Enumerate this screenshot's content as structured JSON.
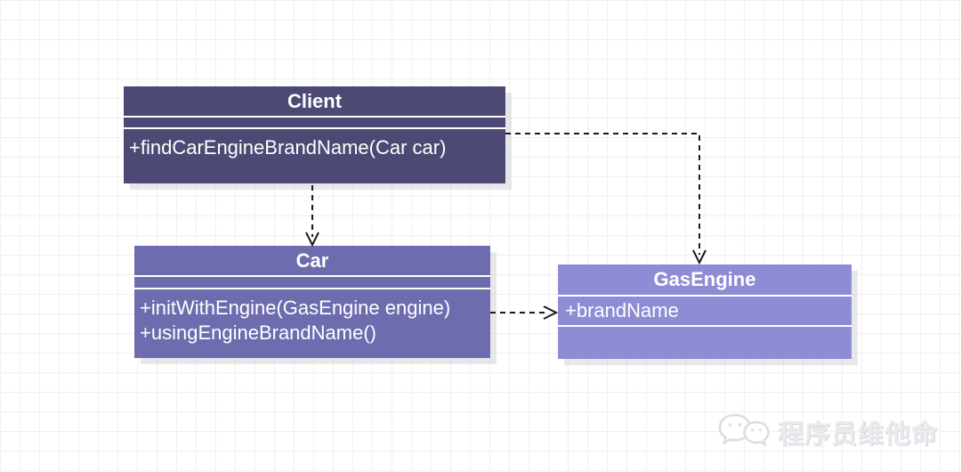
{
  "diagram": {
    "type": "uml-class-diagram",
    "classes": [
      {
        "id": "client",
        "name": "Client",
        "attributes": [],
        "methods": [
          "+findCarEngineBrandName(Car car)"
        ],
        "fill_color": "#4c4a74"
      },
      {
        "id": "car",
        "name": "Car",
        "attributes": [],
        "methods": [
          "+initWithEngine(GasEngine engine)",
          "+usingEngineBrandName()"
        ],
        "fill_color": "#6d6cae"
      },
      {
        "id": "gasengine",
        "name": "GasEngine",
        "attributes": [
          "+brandName"
        ],
        "methods": [],
        "fill_color": "#8d8cd4"
      }
    ],
    "relationships": [
      {
        "from": "Client",
        "to": "Car",
        "type": "dashed-dependency-arrow"
      },
      {
        "from": "Client",
        "to": "GasEngine",
        "type": "dashed-dependency-arrow"
      },
      {
        "from": "Car",
        "to": "GasEngine",
        "type": "dashed-dependency-arrow"
      }
    ],
    "text_color": "#ffffff",
    "arrow_color": "#1b1b1b",
    "background": "light-gray-grid-paper"
  },
  "watermark": {
    "text": "程序员维他命",
    "icon": "wechat-chat-bubbles-icon"
  }
}
